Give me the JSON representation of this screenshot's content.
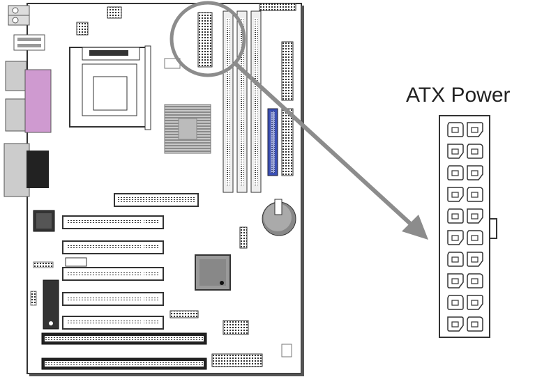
{
  "callout": {
    "label": "ATX Power"
  },
  "connector": {
    "rows": 10,
    "cols": 2
  },
  "colors": {
    "board_outline": "#333333",
    "callout_gray": "#8c8c8c",
    "chipset_fill": "#9a9a9a",
    "ide_blue": "#3a4fb5",
    "parallel_port": "#cf9ad0",
    "heatsink": "#b0b0b0"
  },
  "icons": [
    "motherboard-diagram",
    "atx-power-connector",
    "callout-arrow"
  ]
}
